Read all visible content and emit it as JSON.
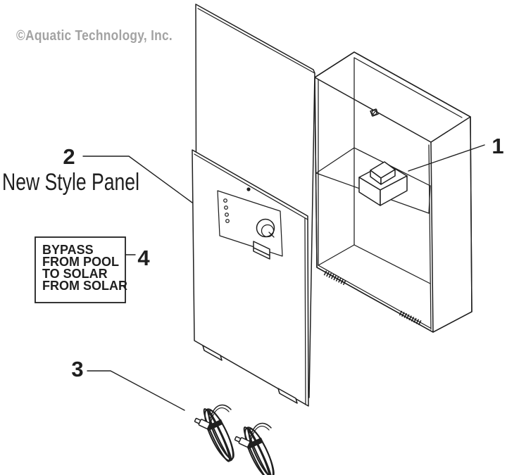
{
  "watermark_text": "©Aquatic Technology, Inc.",
  "parts": {
    "item1": {
      "number": "1",
      "name": "transformer"
    },
    "item2": {
      "number": "2",
      "name": "new-style-panel",
      "caption": "New Style Panel"
    },
    "item3": {
      "number": "3",
      "name": "sensor-cables"
    },
    "item4": {
      "number": "4",
      "name": "bypass-label",
      "label_lines": [
        "BYPASS",
        "FROM POOL",
        "TO SOLAR",
        "FROM SOLAR"
      ]
    }
  },
  "colors": {
    "line": "#1f1f1f",
    "watermark": "#a3a3a3",
    "background": "#ffffff"
  }
}
